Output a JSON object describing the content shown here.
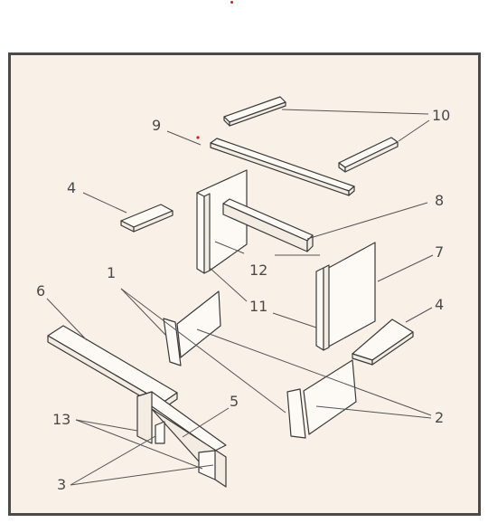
{
  "labels": {
    "l1": "1",
    "l2": "2",
    "l3": "3",
    "l4a": "4",
    "l4b": "4",
    "l5": "5",
    "l6": "6",
    "l7": "7",
    "l8": "8",
    "l9": "9",
    "l10": "10",
    "l11": "11",
    "l12": "12",
    "l13": "13"
  },
  "colors": {
    "frame_border": "#4a4a4a",
    "background": "#f9f0e7",
    "part_fill": "#fdfaf5",
    "line": "#3a3a3a",
    "accent_dot": "#cc2222"
  }
}
